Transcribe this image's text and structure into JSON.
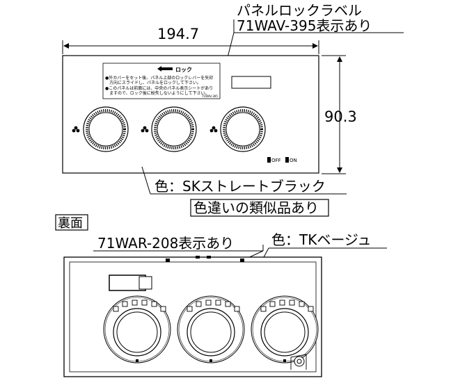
{
  "dimensions": {
    "width": "194.7",
    "height": "90.3"
  },
  "labels": {
    "panel_lock_label_line1": "パネルロックラベル",
    "panel_lock_label_line2": "71WAV-395表示あり",
    "front_color": "色：SKストレートブラック",
    "similar_note": "色違いの類似品あり",
    "back_side": "裏面",
    "back_part_no": "71WAR-208表示あり",
    "back_color": "色：TKベージュ"
  },
  "lock_label": {
    "arrow_text": "ロック",
    "line1": "●外カバーをセット後、パネル上部のロックレバーを矢印",
    "line2": "　方向にスライドし、パネルをロックして下さい。",
    "line3": "●このパネルは前面には、中央のパネル表示シートがあり",
    "line4": "　ますので、ロック後に紛失しないようにして下さい。",
    "code": "71WAV-395"
  },
  "switch": {
    "off": "OFF",
    "on": "ON"
  }
}
